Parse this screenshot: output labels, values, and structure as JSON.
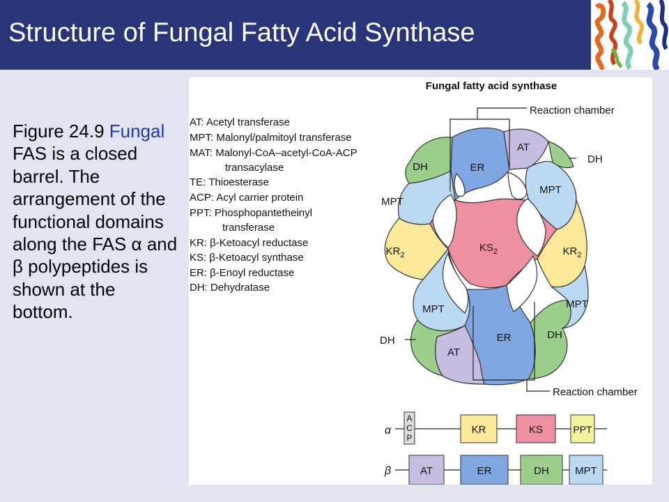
{
  "slide": {
    "title": "Structure of Fungal Fatty Acid Synthase",
    "caption_parts": [
      "Figure 24.9 ",
      "Fungal",
      " FAS is a closed barrel. The arrangement of the functional domains along the FAS α and β polypeptides is shown at the bottom."
    ]
  },
  "figure": {
    "title": "Fungal fatty acid synthase",
    "legend": [
      "AT: Acetyl transferase",
      "MPT: Malonyl/palmitoyl transferase",
      "MAT: Malonyl-CoA–acetyl-CoA-ACP",
      "transacylase",
      "TE: Thioesterase",
      "ACP: Acyl carrier protein",
      "PPT: Phosphopantetheinyl",
      "transferase",
      "KR: β-Ketoacyl reductase",
      "KS: β-Ketoacyl synthase",
      "ER: β-Enoyl reductase",
      "DH: Dehydratase"
    ],
    "callouts": {
      "reaction_chamber_top": "Reaction chamber",
      "reaction_chamber_bottom": "Reaction chamber",
      "dh_right": "DH",
      "dh_left": "DH"
    },
    "domains": {
      "dh_tl": "DH",
      "er_top": "ER",
      "at_top": "AT",
      "mpt_top_left": "MPT",
      "mpt_top_right": "MPT",
      "kr_left": "KR",
      "kr_right": "KR",
      "ks": "KS",
      "mpt_bottom_left": "MPT",
      "mpt_bottom_right": "MPT",
      "at_bottom": "AT",
      "er_bottom": "ER",
      "dh_bottom_right": "DH",
      "subscript_2": "2"
    },
    "chains": {
      "alpha_label": "α",
      "beta_label": "β",
      "acp": [
        "A",
        "C",
        "P"
      ],
      "alpha": [
        "KR",
        "KS",
        "PPT"
      ],
      "beta": [
        "AT",
        "ER",
        "DH",
        "MPT"
      ]
    }
  },
  "colors": {
    "title_bar": "#293578",
    "background": "#e2e4f0",
    "highlight_text": "#2436b8",
    "at": "#c6bde0",
    "er": "#80a6e2",
    "mpt": "#bcd9f4",
    "dh": "#9ccf8c",
    "kr": "#fbe99a",
    "ks": "#ef8fa2",
    "acp": "#dcdcdc"
  }
}
